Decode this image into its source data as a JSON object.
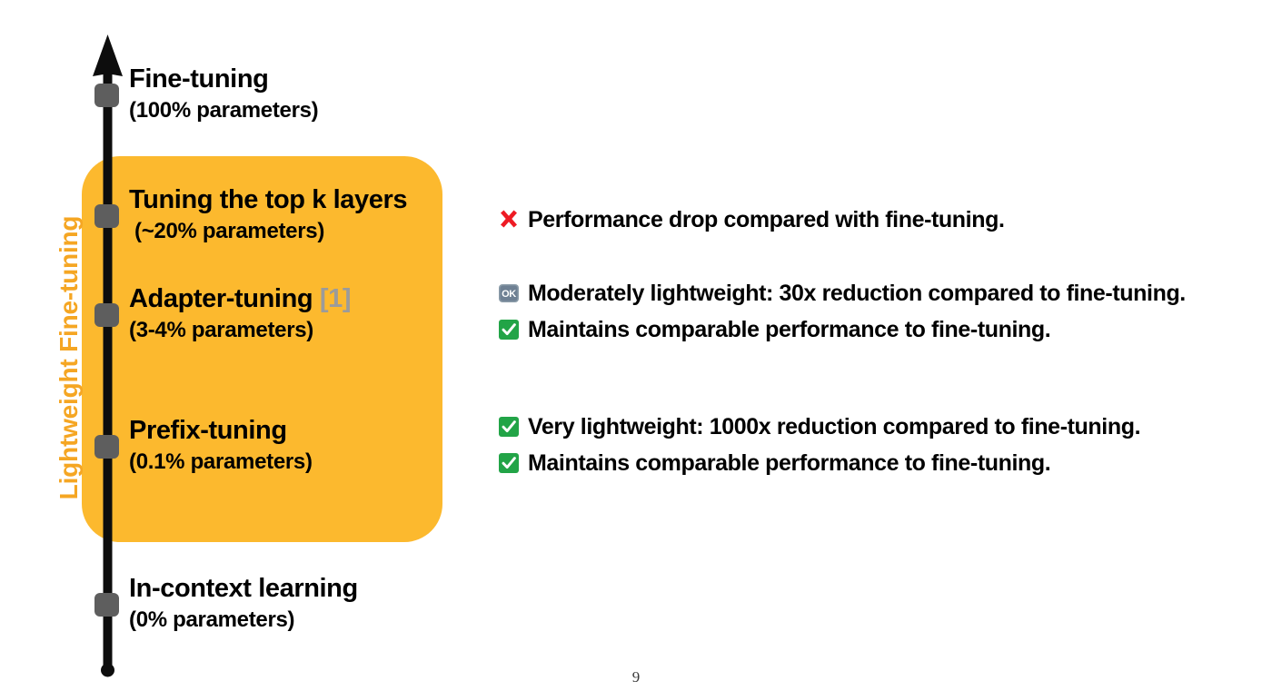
{
  "slide": {
    "number": "9",
    "axis_label": "Lightweight Fine-tuning",
    "colors": {
      "highlight_region": "#FCB92E",
      "axis_label": "#F5A623",
      "marker": "#5E5E5E",
      "citation": "#9B9B9B",
      "cross_icon": "#EE1B24",
      "check_icon": "#22A447",
      "ok_icon": "#7A8B99"
    }
  },
  "stages": [
    {
      "id": "fine-tuning",
      "title": "Fine-tuning",
      "citation": "",
      "subtitle": "(100% parameters)",
      "in_highlight": false
    },
    {
      "id": "top-k-layers",
      "title": "Tuning the top k layers",
      "citation": "",
      "subtitle": "(~20% parameters)",
      "in_highlight": true
    },
    {
      "id": "adapter-tuning",
      "title": "Adapter-tuning",
      "citation": "[1]",
      "subtitle": "(3-4% parameters)",
      "in_highlight": true
    },
    {
      "id": "prefix-tuning",
      "title": "Prefix-tuning",
      "citation": "",
      "subtitle": "(0.1% parameters)",
      "in_highlight": true
    },
    {
      "id": "in-context-learning",
      "title": "In-context learning",
      "citation": "",
      "subtitle": "(0% parameters)",
      "in_highlight": false
    }
  ],
  "notes": [
    {
      "id": "top-k-notes",
      "lines": [
        {
          "icon": "cross-mark-icon",
          "text": "Performance drop compared with fine-tuning."
        }
      ]
    },
    {
      "id": "adapter-notes",
      "lines": [
        {
          "icon": "ok-button-icon",
          "text": "Moderately lightweight: 30x reduction compared to fine-tuning."
        },
        {
          "icon": "check-mark-icon",
          "text": "Maintains comparable performance to fine-tuning."
        }
      ]
    },
    {
      "id": "prefix-notes",
      "lines": [
        {
          "icon": "check-mark-icon",
          "text": "Very lightweight: 1000x reduction compared to fine-tuning."
        },
        {
          "icon": "check-mark-icon",
          "text": "Maintains comparable performance to fine-tuning."
        }
      ]
    }
  ],
  "icon_labels": {
    "ok_button_text": "OK"
  }
}
